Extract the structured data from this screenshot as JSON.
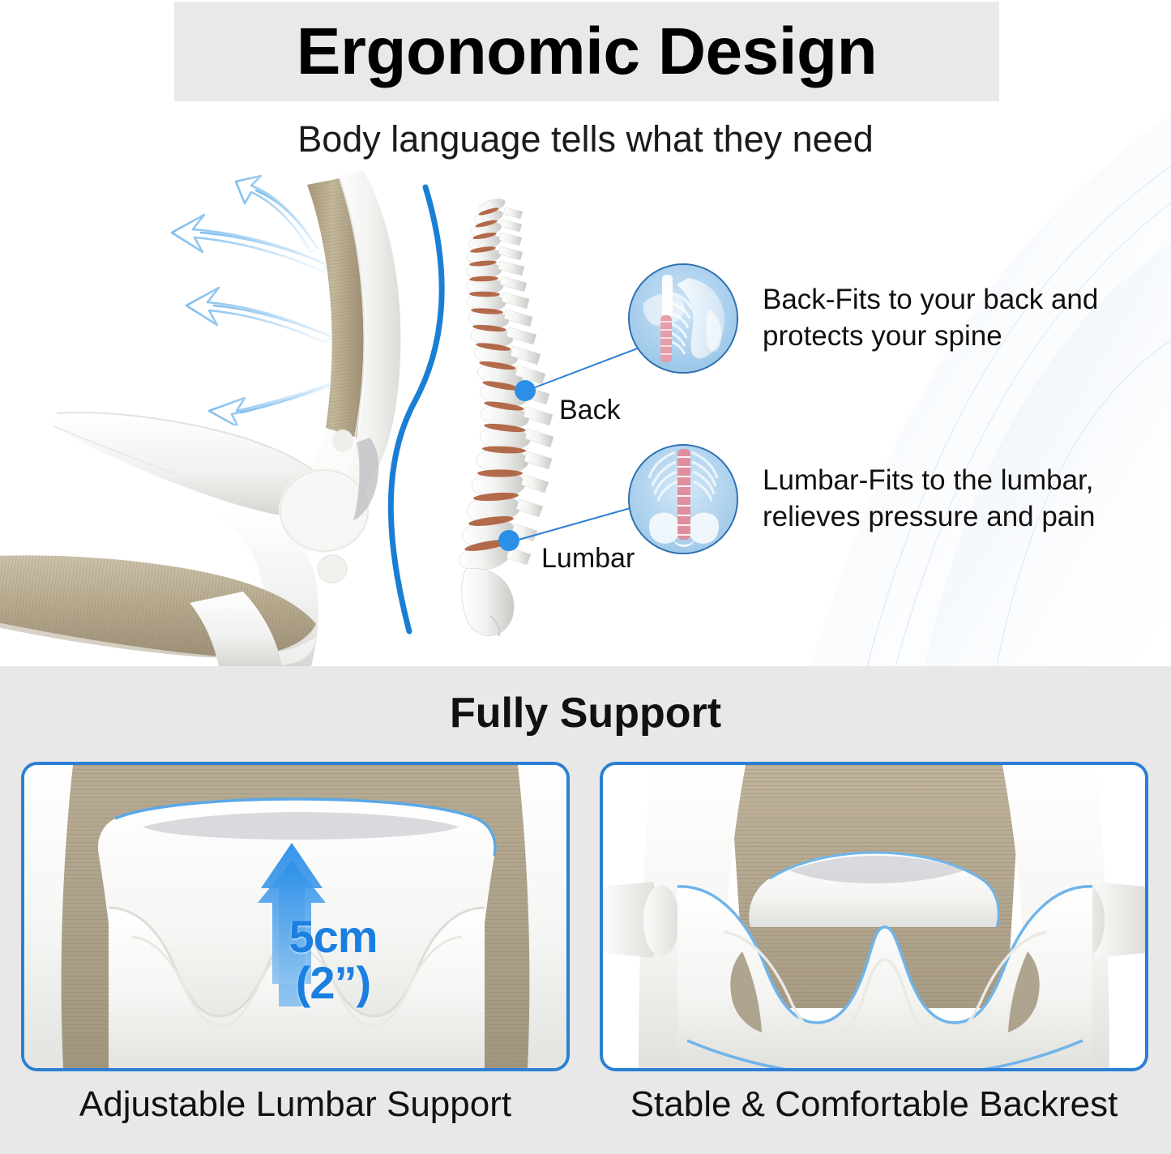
{
  "top": {
    "title": "Ergonomic Design",
    "subtitle": "Body language tells what they need",
    "spine_labels": {
      "back": "Back",
      "lumbar": "Lumbar"
    },
    "callouts": [
      {
        "icon": "spine-upper-back-xray-icon",
        "text": "Back-Fits to your back and protects your spine"
      },
      {
        "icon": "spine-lumbar-xray-icon",
        "text": "Lumbar-Fits to the lumbar, relieves pressure and pain"
      }
    ]
  },
  "bottom": {
    "section_title": "Fully Support",
    "measurement": {
      "metric": "5cm",
      "imperial": "(2”)"
    },
    "panels": [
      {
        "caption": "Adjustable Lumbar Support"
      },
      {
        "caption": "Stable & Comfortable Backrest"
      }
    ]
  },
  "colors": {
    "accent_blue": "#2b7fd4",
    "measure_blue": "#1b7fe0",
    "title_band": "#e9e9e9",
    "bottom_bg": "#e8e8e8",
    "mesh_tan": "#b6a992",
    "frame_white": "#f4f4f2"
  }
}
